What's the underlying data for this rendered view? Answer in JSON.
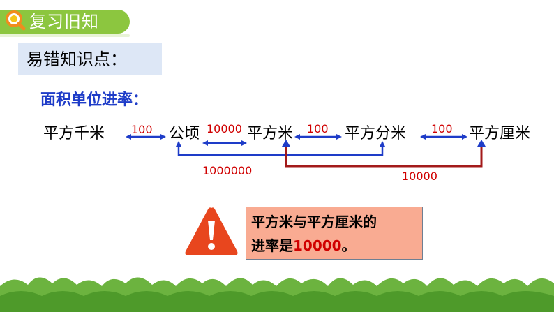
{
  "header": {
    "title": "复习旧知"
  },
  "label": {
    "text": "易错知识点："
  },
  "section": {
    "title": "面积单位进率："
  },
  "units": [
    "平方千米",
    "公顷",
    "平方米",
    "平方分米",
    "平方厘米"
  ],
  "rates": {
    "km2_ha": "100",
    "ha_m2": "10000",
    "m2_dm2": "100",
    "dm2_cm2": "100",
    "ha_dm2": "1000000",
    "m2_cm2": "10000"
  },
  "note": {
    "line1": "平方米与平方厘米的",
    "line2_prefix": "进率是",
    "line2_number": "10000",
    "line2_suffix": "。"
  },
  "colors": {
    "header_green": "#8cc63f",
    "arrow_blue": "#1e3cc8",
    "bracket_red": "#a31a1a",
    "rate_red": "#d00000",
    "note_bg": "#f9ab92",
    "warning_red": "#e8461e"
  },
  "icons": [
    "magnifier-logo-icon",
    "warning-icon"
  ]
}
